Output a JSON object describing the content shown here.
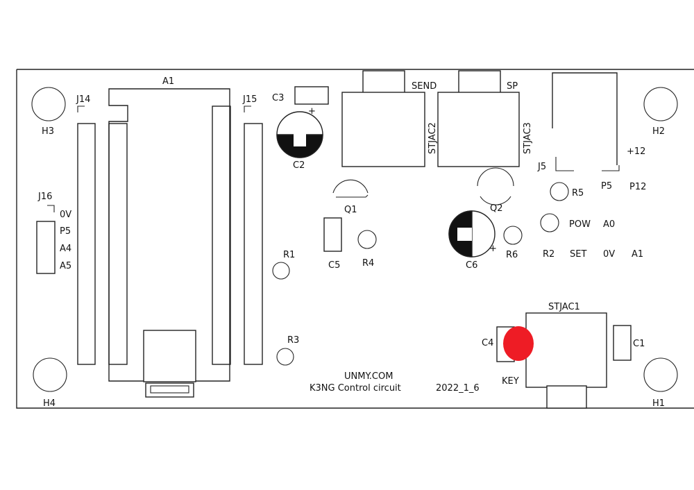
{
  "board": {
    "labels": {
      "a1": "A1",
      "j14": "J14",
      "j15": "J15",
      "j16": "J16",
      "j5": "J5",
      "c1": "C1",
      "c2": "C2",
      "c3": "C3",
      "c4": "C4",
      "c5": "C5",
      "c6": "C6",
      "r1": "R1",
      "r2": "R2",
      "r3": "R3",
      "r4": "R4",
      "r5": "R5",
      "r6": "R6",
      "q1": "Q1",
      "q2": "Q2",
      "h1": "H1",
      "h2": "H2",
      "h3": "H3",
      "h4": "H4",
      "stjac1": "STJAC1",
      "stjac2": "STJAC2",
      "stjac3": "STJAC3"
    },
    "pins_j16": [
      "0V",
      "P5",
      "A4",
      "A5"
    ],
    "jack_labels": {
      "send": "SEND",
      "sp": "SP",
      "key": "KEY"
    },
    "power_labels": {
      "plus12": "+12",
      "p5": "P5",
      "p12": "P12",
      "pow": "POW",
      "a0": "A0",
      "set": "SET",
      "ov": "0V",
      "a1_pin": "A1"
    },
    "plus_sign": "+",
    "silkscreen": {
      "site": "UNMY.COM",
      "title": "K3NG Control circuit",
      "date": "2022_1_6"
    },
    "colors": {
      "outline": "#222222",
      "marker": "#ee1c25",
      "background": "#ffffff"
    }
  }
}
